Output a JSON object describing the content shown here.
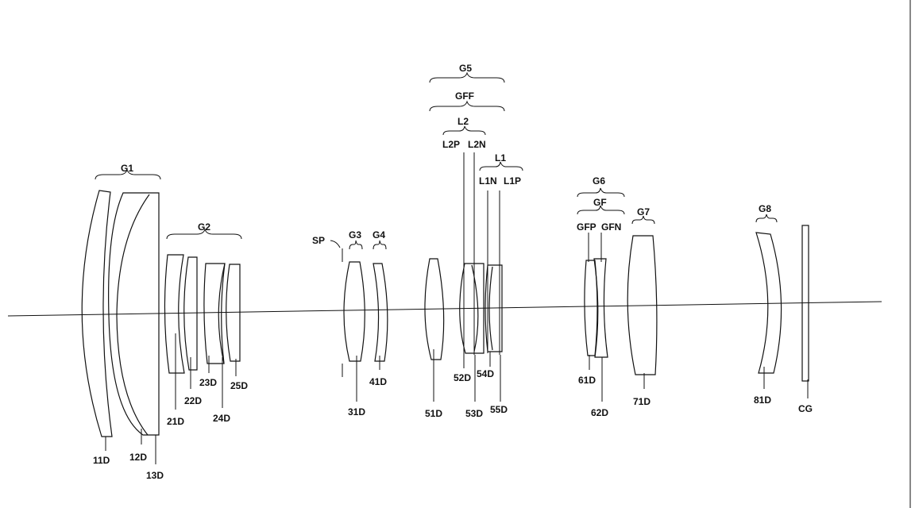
{
  "groups": {
    "g1": "G1",
    "g2": "G2",
    "g3": "G3",
    "g4": "G4",
    "g5": "G5",
    "gff": "GFF",
    "l2": "L2",
    "l2p": "L2P",
    "l2n": "L2N",
    "l1": "L1",
    "l1n": "L1N",
    "l1p": "L1P",
    "g6": "G6",
    "gf": "GF",
    "gfp": "GFP",
    "gfn": "GFN",
    "g7": "G7",
    "g8": "G8",
    "sp": "SP"
  },
  "surfaces": {
    "s11": "11D",
    "s12": "12D",
    "s13": "13D",
    "s21": "21D",
    "s22": "22D",
    "s23": "23D",
    "s24": "24D",
    "s25": "25D",
    "s31": "31D",
    "s41": "41D",
    "s51": "51D",
    "s52": "52D",
    "s53": "53D",
    "s54": "54D",
    "s55": "55D",
    "s61": "61D",
    "s62": "62D",
    "s71": "71D",
    "s81": "81D",
    "cg": "CG"
  }
}
